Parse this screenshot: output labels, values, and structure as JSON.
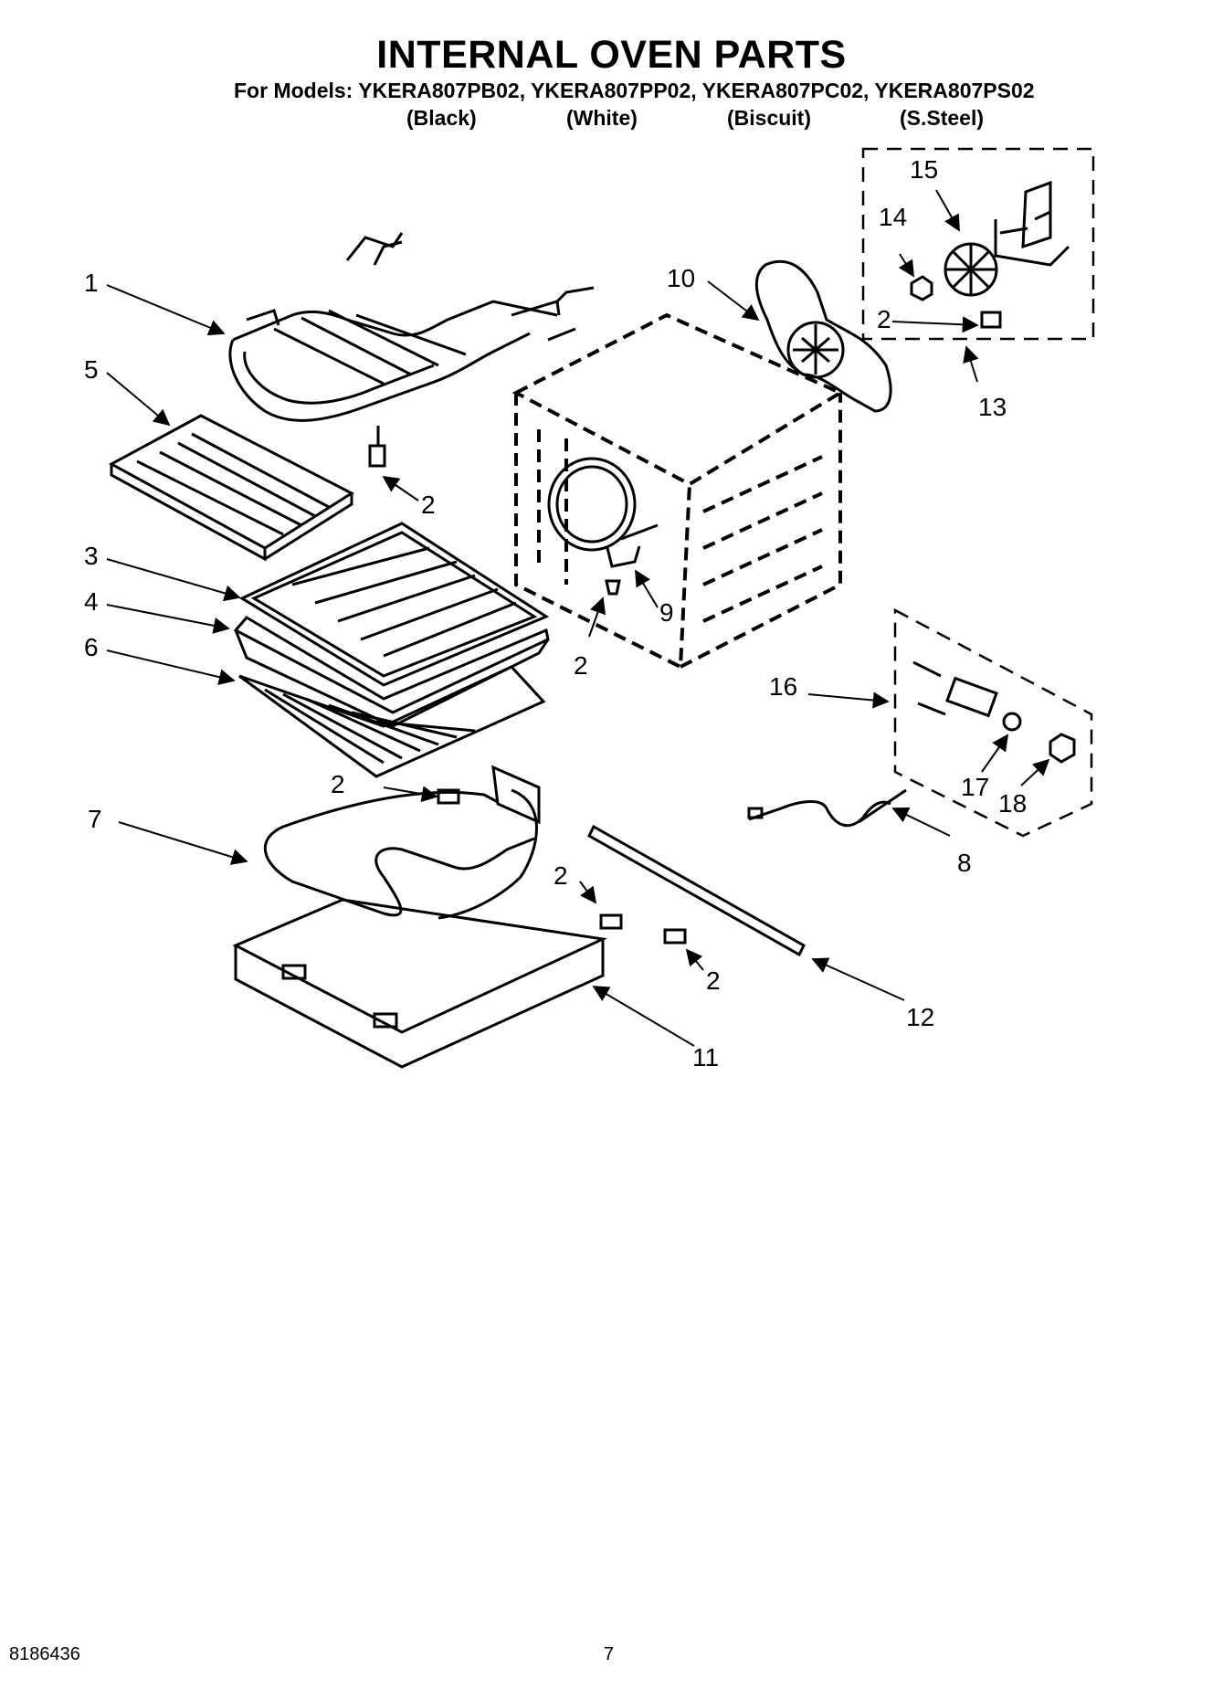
{
  "header": {
    "title": "INTERNAL OVEN PARTS",
    "models_line": "For Models: YKERA807PB02, YKERA807PP02, YKERA807PC02, YKERA807PS02",
    "colors": [
      "(Black)",
      "(White)",
      "(Biscuit)",
      "(S.Steel)"
    ]
  },
  "diagram": {
    "callouts": [
      "1",
      "2",
      "2",
      "2",
      "2",
      "2",
      "2",
      "3",
      "4",
      "5",
      "6",
      "7",
      "8",
      "9",
      "10",
      "11",
      "12",
      "13",
      "14",
      "15",
      "16",
      "17",
      "18"
    ]
  },
  "footer": {
    "doc_number": "8186436",
    "page_number": "7"
  }
}
